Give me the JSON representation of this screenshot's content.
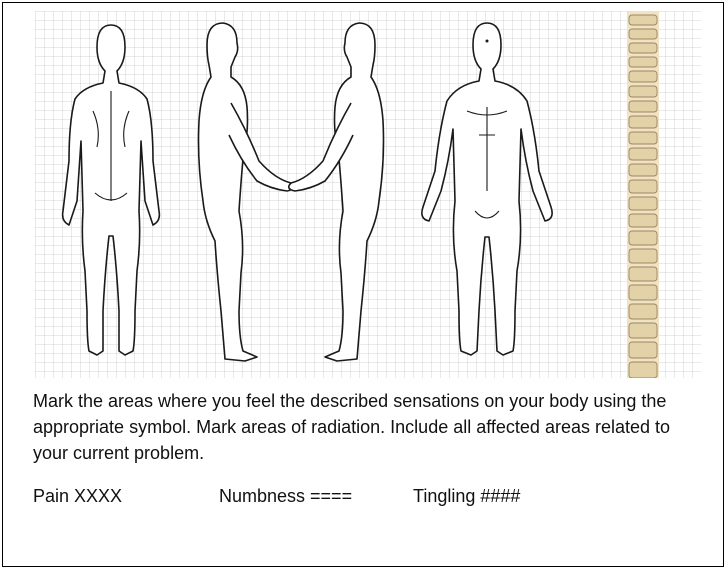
{
  "diagram": {
    "figures": [
      "body-back-view",
      "body-right-side-view",
      "body-left-side-view",
      "body-front-view",
      "spine-view"
    ],
    "grid": true
  },
  "instructions": {
    "text": "Mark the areas where you feel the described sensations on your body using the appropriate symbol. Mark areas of radiation. Include all affected areas related to your current problem."
  },
  "legend": {
    "pain": "Pain XXXX",
    "numbness": "Numbness ====",
    "tingling": "Tingling ####"
  },
  "colors": {
    "grid": "#c8c8c8",
    "outline": "#1a1a1a",
    "spine": "#e3d2a8"
  }
}
